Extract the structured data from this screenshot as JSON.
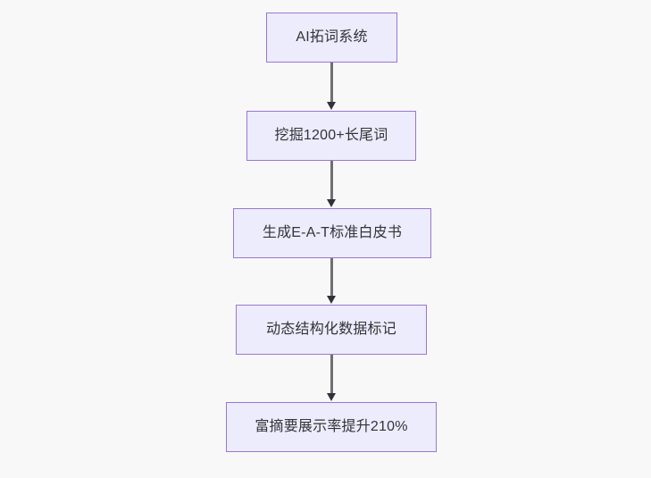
{
  "diagram": {
    "type": "flowchart",
    "direction": "top-to-bottom",
    "background_color": "#f8f8f9",
    "node_fill_color": "#ececfc",
    "node_border_color": "#9a77d1",
    "node_text_color": "#333338",
    "edge_color": "#6f6f6f",
    "arrowhead_color": "#31313a",
    "nodes": [
      {
        "id": "node-0",
        "label": "AI拓词系统"
      },
      {
        "id": "node-1",
        "label": "挖掘1200+长尾词"
      },
      {
        "id": "node-2",
        "label": "生成E-A-T标准白皮书"
      },
      {
        "id": "node-3",
        "label": "动态结构化数据标记"
      },
      {
        "id": "node-4",
        "label": "富摘要展示率提升210%"
      }
    ],
    "edges": [
      {
        "id": "edge-0",
        "from": "node-0",
        "to": "node-1"
      },
      {
        "id": "edge-1",
        "from": "node-1",
        "to": "node-2"
      },
      {
        "id": "edge-2",
        "from": "node-2",
        "to": "node-3"
      },
      {
        "id": "edge-3",
        "from": "node-3",
        "to": "node-4"
      }
    ]
  }
}
